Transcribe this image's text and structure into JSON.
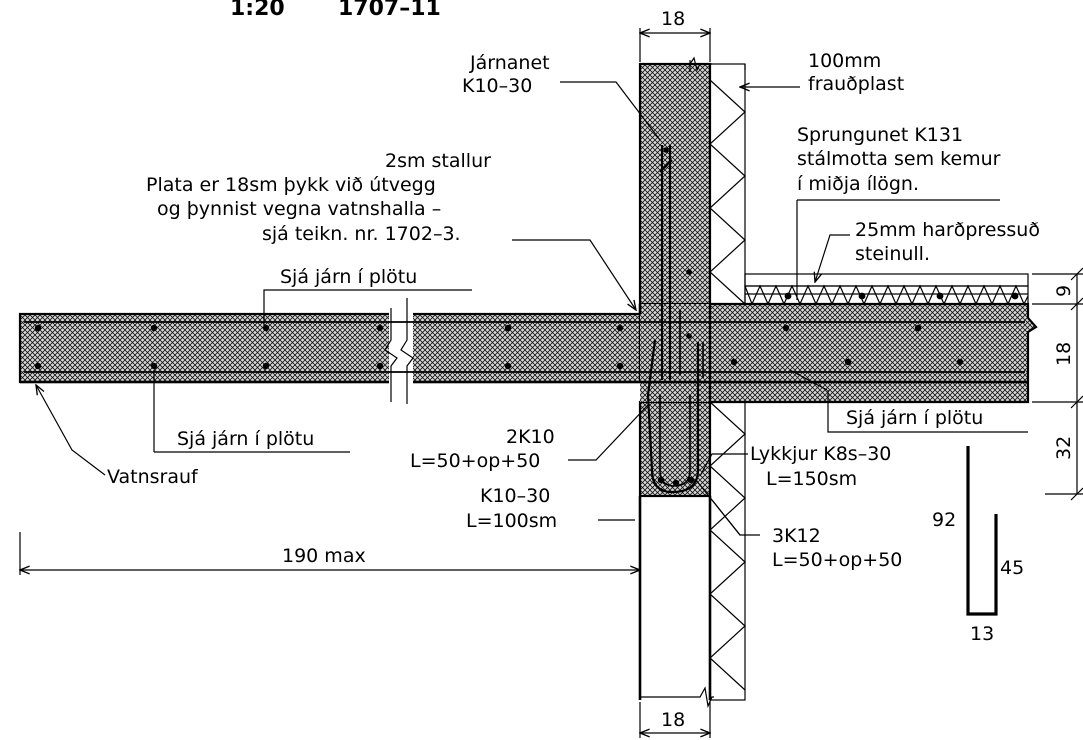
{
  "header": {
    "scale": "1:20",
    "drawing_no": "1707–11"
  },
  "labels": {
    "jarnanet_1": "Járnanet",
    "jarnanet_2": "K10–30",
    "fraudplast_1": "100mm",
    "fraudplast_2": "frauðplast",
    "sprungunet_1": "Sprungunet K131",
    "sprungunet_2": "stálmotta sem kemur",
    "sprungunet_3": "í miðja ílögn.",
    "stallur_1": "2sm stallur",
    "stallur_2": "Plata er 18sm þykk við útvegg",
    "stallur_3": "og þynnist vegna vatnshalla –",
    "stallur_4": "sjá teikn. nr. 1702–3.",
    "steinull_1": "25mm harðpressuð",
    "steinull_2": "steinull.",
    "sja_jarn_top": "Sjá járn í plötu",
    "sja_jarn_left": "Sjá járn í plötu",
    "sja_jarn_right": "Sjá járn í plötu",
    "vatnsrauf": "Vatnsrauf",
    "k2_1": "2K10",
    "k2_2": "L=50+op+50",
    "k10_1": "K10–30",
    "k10_2": "L=100sm",
    "lykkjur_1": "Lykkjur K8s–30",
    "lykkjur_2": "L=150sm",
    "k3_1": "3K12",
    "k3_2": "L=50+op+50"
  },
  "dimensions": {
    "wall_top": "18",
    "wall_bottom": "18",
    "span": "190 max",
    "d9": "9",
    "d18": "18",
    "d32": "32",
    "loop_92": "92",
    "loop_45": "45",
    "loop_13": "13"
  },
  "colors": {
    "line": "#000000",
    "concrete_hatch": "#000000",
    "background": "#ffffff"
  }
}
